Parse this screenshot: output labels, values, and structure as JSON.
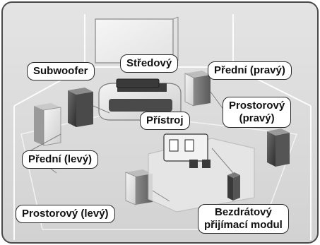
{
  "labels": {
    "subwoofer": "Subwoofer",
    "center": "Středový",
    "front_right": "Přední (pravý)",
    "surround_right_line1": "Prostorový",
    "surround_right_line2": "(pravý)",
    "device": "Přístroj",
    "front_left": "Přední (levý)",
    "surround_left": "Prostorový (levý)",
    "wireless_module_line1": "Bezdrátový",
    "wireless_module_line2": "přijímací modul"
  },
  "colors": {
    "background": "#d6d6d6",
    "frame_border": "#4a4a4a",
    "label_border": "#2a2a2a"
  }
}
